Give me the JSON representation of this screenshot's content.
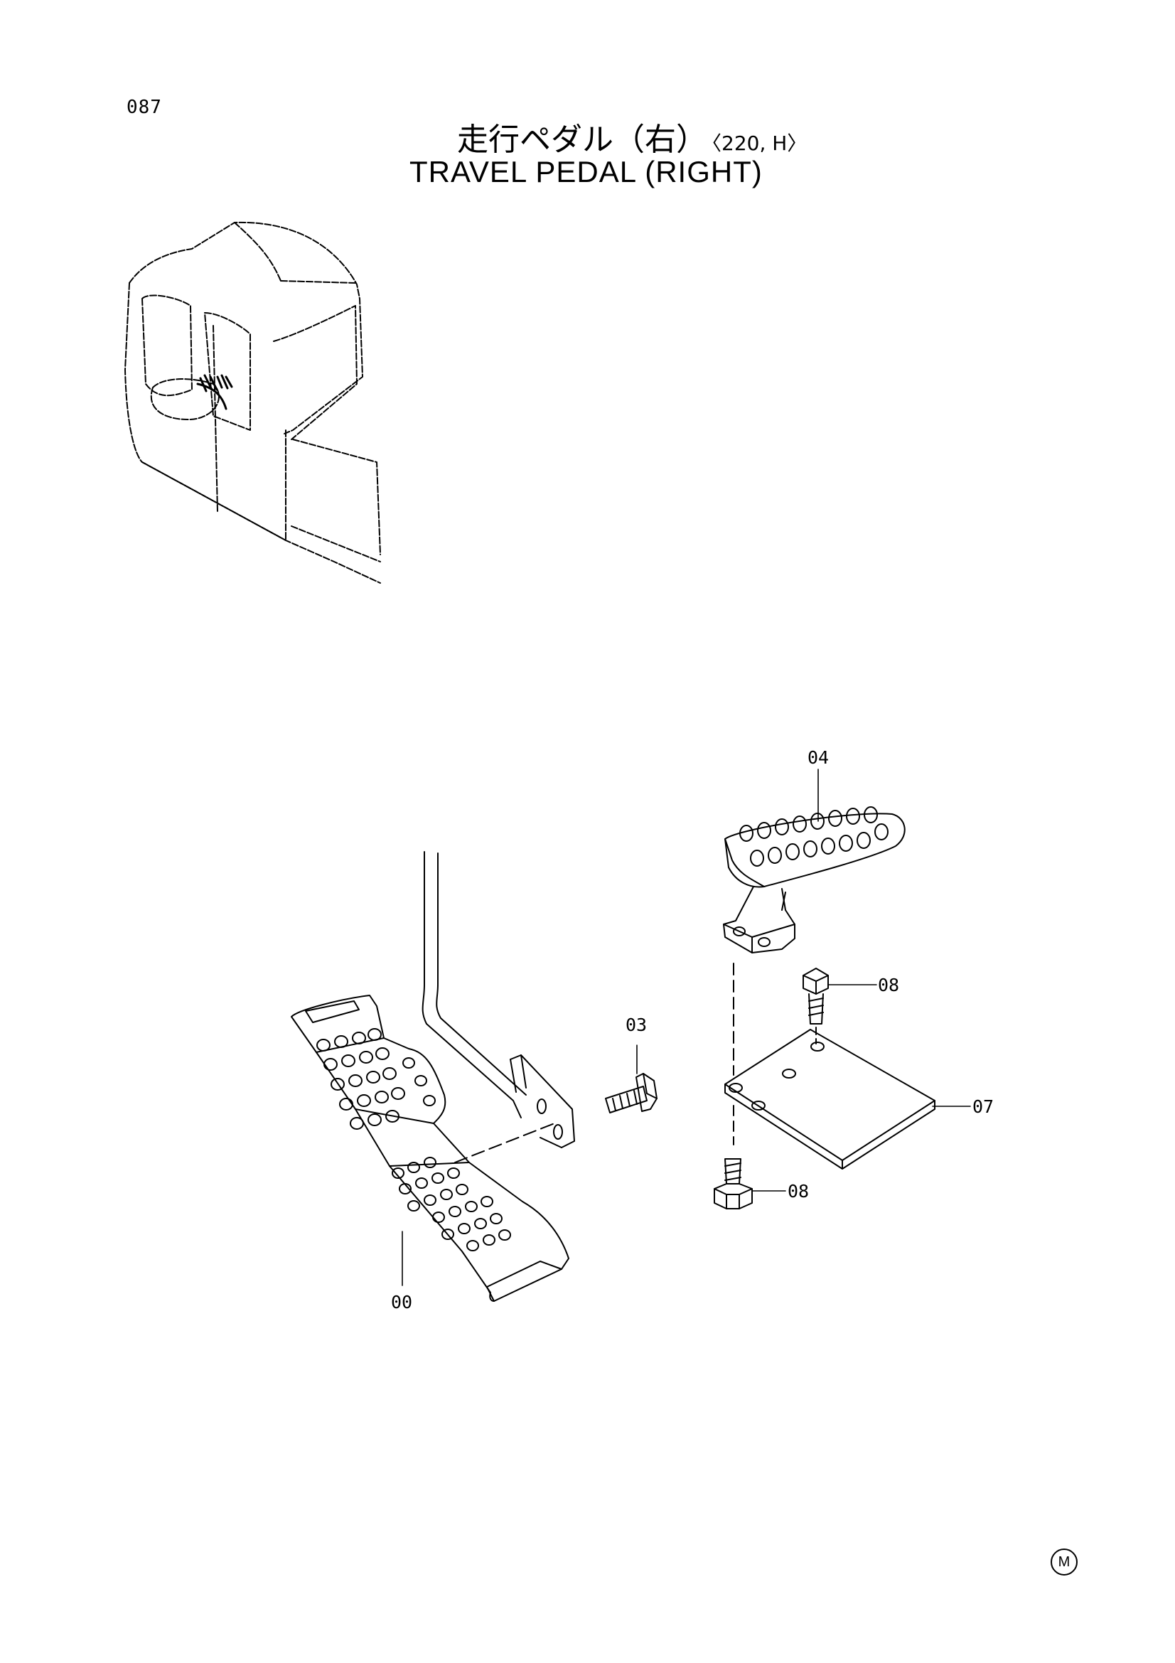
{
  "page": {
    "number": "087",
    "title_ja": "走行ペダル（右）",
    "variant": "〈220, H〉",
    "title_en": "TRAVEL PEDAL (RIGHT)",
    "mark": "M"
  },
  "callouts": [
    {
      "id": "00",
      "part": "travel pedal"
    },
    {
      "id": "03",
      "part": "bolt"
    },
    {
      "id": "04",
      "part": "pedal bracket"
    },
    {
      "id": "07",
      "part": "plate"
    },
    {
      "id": "08",
      "part": "bolt (upper)"
    },
    {
      "id": "08",
      "part": "bolt (lower)"
    }
  ]
}
